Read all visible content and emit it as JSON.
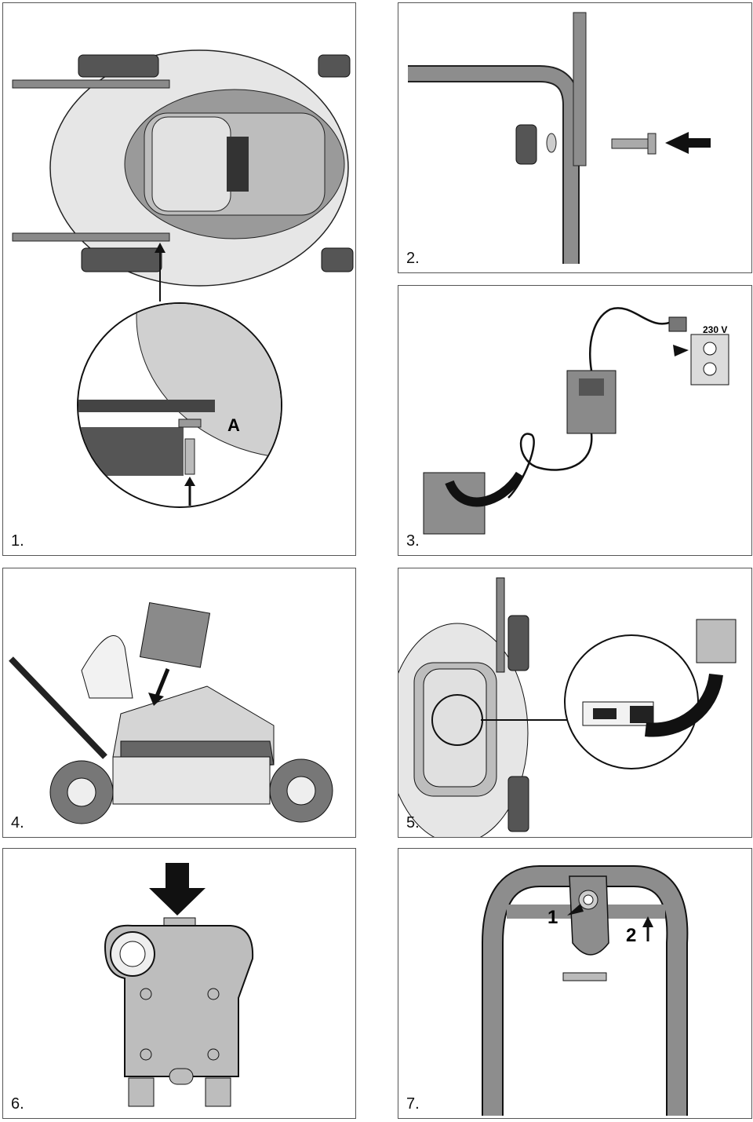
{
  "panels": [
    {
      "number": "1.",
      "labels": {
        "callout": "A"
      }
    },
    {
      "number": "2."
    },
    {
      "number": "3.",
      "labels": {
        "voltage": "230 V"
      }
    },
    {
      "number": "4."
    },
    {
      "number": "5."
    },
    {
      "number": "6."
    },
    {
      "number": "7.",
      "labels": {
        "step1": "1",
        "step2": "2"
      }
    }
  ]
}
